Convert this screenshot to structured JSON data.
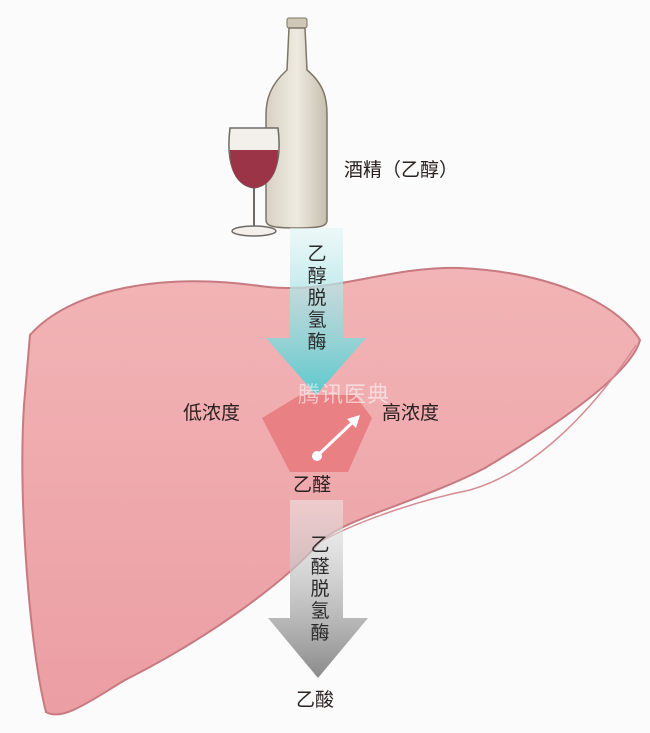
{
  "labels": {
    "alcohol": "酒精（乙醇）",
    "enzyme1": "乙醇脱氢酶",
    "low": "低浓度",
    "high": "高浓度",
    "acetaldehyde": "乙醛",
    "enzyme2": "乙醛脱氢酶",
    "acetic_acid": "乙酸"
  },
  "watermark": "腾讯医典",
  "colors": {
    "liver": "#eea3a8",
    "arrow1": "#7fd3d6",
    "arrow2": "#9e9e9e",
    "gauge": "#e87b80",
    "wine": "#9c3447"
  },
  "icons": [
    "wine-bottle-icon",
    "wine-glass-icon",
    "gauge-icon"
  ]
}
